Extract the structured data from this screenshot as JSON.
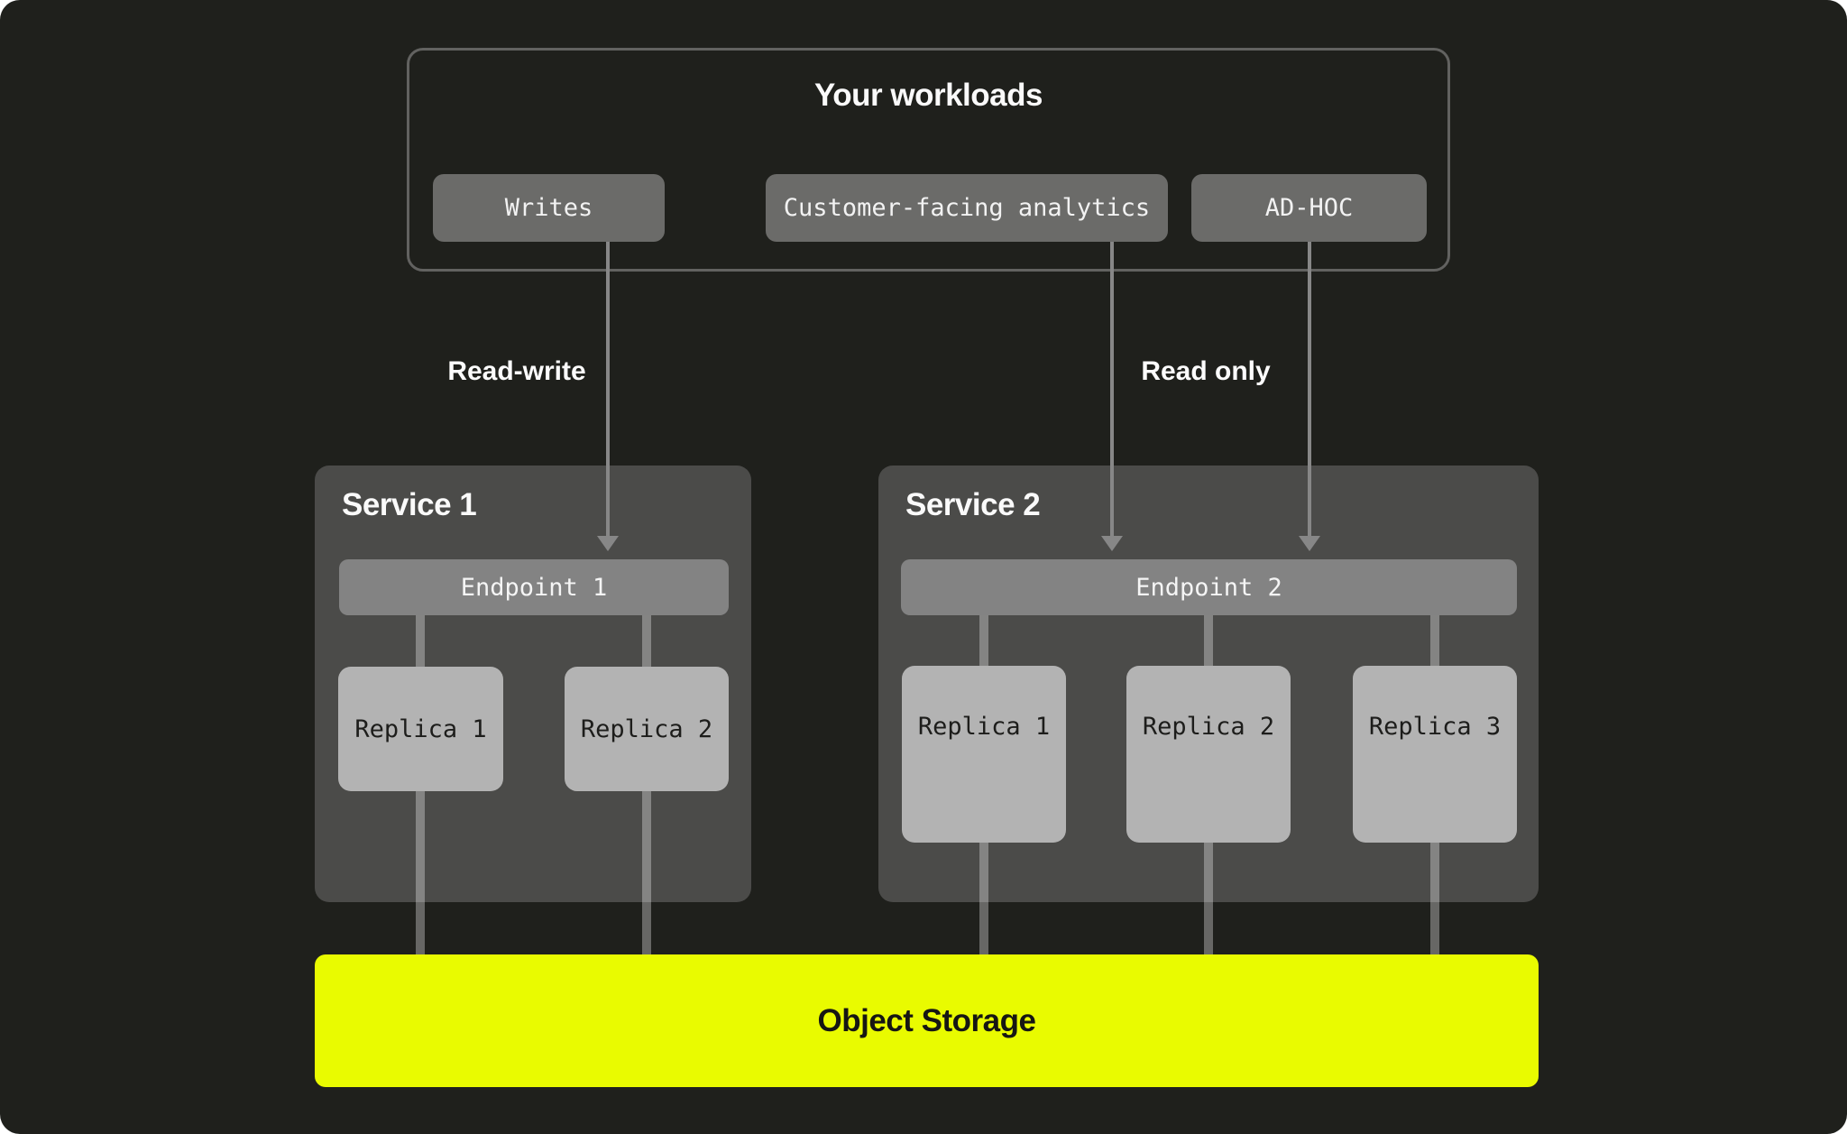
{
  "diagram": {
    "workloads": {
      "title": "Your workloads",
      "items": [
        {
          "label": "Writes"
        },
        {
          "label": "Customer-facing analytics"
        },
        {
          "label": "AD-HOC"
        }
      ]
    },
    "edge_labels": {
      "read_write": "Read-write",
      "read_only": "Read only"
    },
    "services": [
      {
        "title": "Service 1",
        "endpoint": {
          "label": "Endpoint 1"
        },
        "replicas": [
          {
            "label": "Replica 1"
          },
          {
            "label": "Replica 2"
          }
        ]
      },
      {
        "title": "Service 2",
        "endpoint": {
          "label": "Endpoint 2"
        },
        "replicas": [
          {
            "label": "Replica 1"
          },
          {
            "label": "Replica 2"
          },
          {
            "label": "Replica 3"
          }
        ]
      }
    ],
    "storage": {
      "label": "Object Storage"
    },
    "colors": {
      "background": "#1F201C",
      "panel": "#4B4B49",
      "chip": "#6B6B69",
      "endpoint": "#838383",
      "replica": "#B3B3B3",
      "storage": "#E9FB00",
      "arrow": "#878787",
      "outline": "#626260"
    }
  }
}
